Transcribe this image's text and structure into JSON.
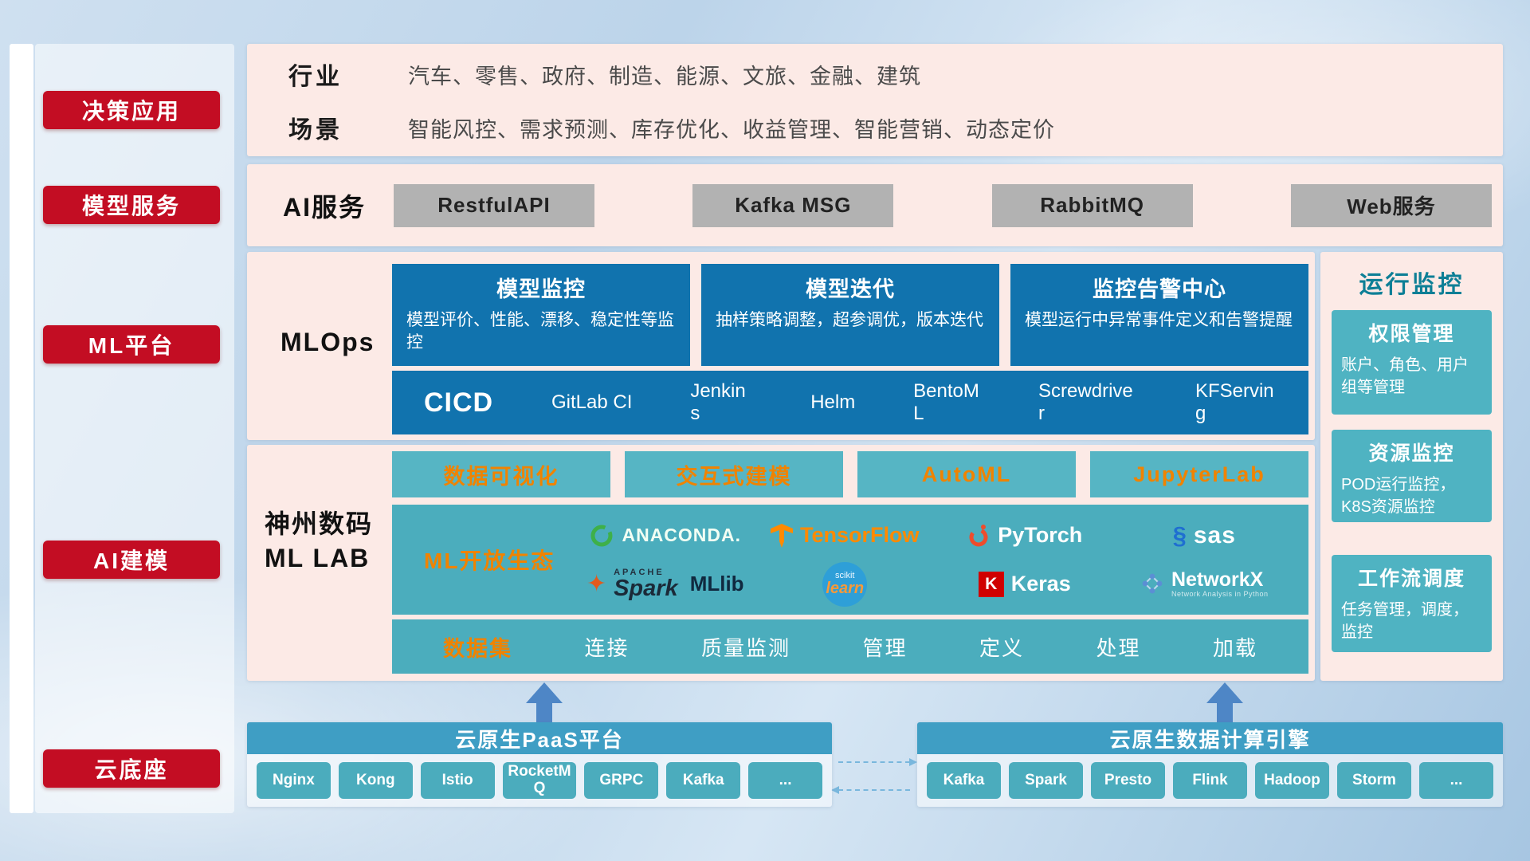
{
  "sidebar": {
    "items": [
      {
        "label": "决策应用"
      },
      {
        "label": "模型服务"
      },
      {
        "label": "ML平台"
      },
      {
        "label": "AI建模"
      },
      {
        "label": "云底座"
      }
    ]
  },
  "industry": {
    "label": "行业",
    "value": "汽车、零售、政府、制造、能源、文旅、金融、建筑"
  },
  "scene": {
    "label": "场景",
    "value": "智能风控、需求预测、库存优化、收益管理、智能营销、动态定价"
  },
  "ai_service": {
    "label": "AI服务",
    "buttons": [
      "RestfulAPI",
      "Kafka MSG",
      "RabbitMQ",
      "Web服务"
    ]
  },
  "mlops": {
    "label": "MLOps",
    "cards": [
      {
        "title": "模型监控",
        "desc": "模型评价、性能、漂移、稳定性等监控"
      },
      {
        "title": "模型迭代",
        "desc": "抽样策略调整，超参调优，版本迭代"
      },
      {
        "title": "监控告警中心",
        "desc": "模型运行中异常事件定义和告警提醒"
      }
    ],
    "cicd_title": "CICD",
    "cicd_items": [
      "GitLab CI",
      "Jenkins",
      "Helm",
      "BentoML",
      "Screwdriver",
      "KFServing"
    ]
  },
  "mllab": {
    "label_line1": "神州数码",
    "label_line2": "ML LAB",
    "feature_buttons": [
      "数据可视化",
      "交互式建模",
      "AutoML",
      "JupyterLab"
    ],
    "ecosystem_label": "ML开放生态",
    "logos": {
      "anaconda": "ANACONDA.",
      "tensorflow": "TensorFlow",
      "pytorch": "PyTorch",
      "sas": "sas",
      "apache": "APACHE",
      "spark": "Spark",
      "mllib": "MLlib",
      "scikit_top": "scikit",
      "scikit_main": "learn",
      "keras_mark": "K",
      "keras": "Keras",
      "networkx": "NetworkX",
      "networkx_sub": "Network Analysis in Python"
    },
    "dataset_label": "数据集",
    "dataset_items": [
      "连接",
      "质量监测",
      "管理",
      "定义",
      "处理",
      "加载"
    ]
  },
  "monitoring": {
    "title": "运行监控",
    "cards": [
      {
        "title": "权限管理",
        "desc": "账户、角色、用户组等管理"
      },
      {
        "title": "资源监控",
        "desc": "POD运行监控，K8S资源监控"
      },
      {
        "title": "工作流调度",
        "desc": "任务管理，调度，监控"
      }
    ]
  },
  "foundation": {
    "paas_title": "云原生PaaS平台",
    "paas_items": [
      "Nginx",
      "Kong",
      "Istio",
      "RocketMQ",
      "GRPC",
      "Kafka",
      "..."
    ],
    "engine_title": "云原生数据计算引擎",
    "engine_items": [
      "Kafka",
      "Spark",
      "Presto",
      "Flink",
      "Hadoop",
      "Storm",
      "..."
    ]
  },
  "colors": {
    "red": "#c30d23",
    "panel_pink": "#fceae6",
    "blue": "#1173ae",
    "teal": "#4badbd",
    "orange": "#f08300"
  }
}
